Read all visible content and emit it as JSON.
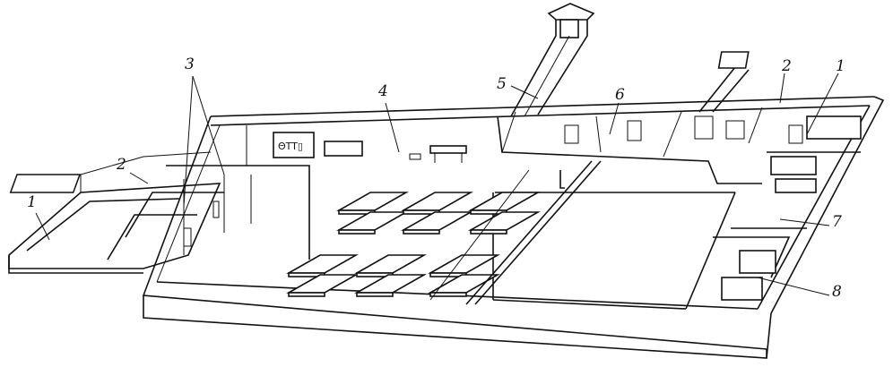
{
  "figure": {
    "type": "isometric workshop layout drawing",
    "callouts": [
      {
        "id": "left-1",
        "text": "1"
      },
      {
        "id": "left-2",
        "text": "2"
      },
      {
        "id": "3",
        "text": "3"
      },
      {
        "id": "4",
        "text": "4"
      },
      {
        "id": "5",
        "text": "5"
      },
      {
        "id": "6",
        "text": "6"
      },
      {
        "id": "right-2",
        "text": "2"
      },
      {
        "id": "right-1",
        "text": "1"
      },
      {
        "id": "7",
        "text": "7"
      },
      {
        "id": "8",
        "text": "8"
      }
    ]
  }
}
